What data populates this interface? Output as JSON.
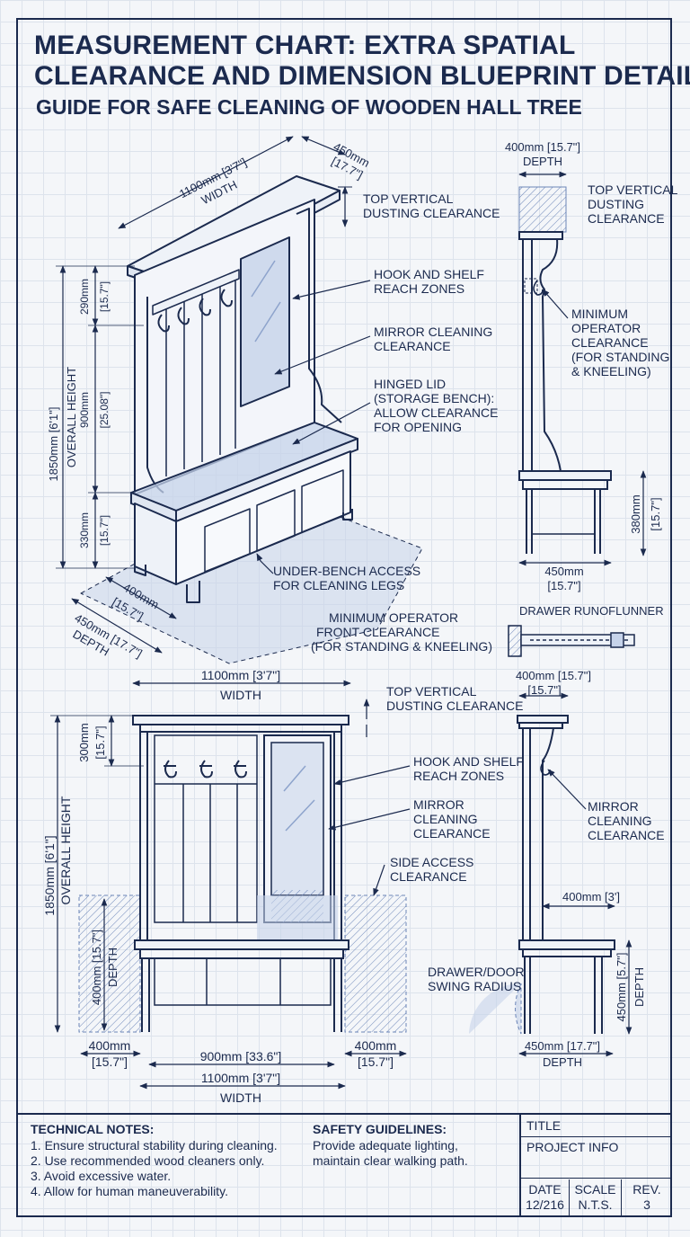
{
  "header": {
    "title_line1": "MEASUREMENT CHART: EXTRA SPATIAL",
    "title_line2": "CLEARANCE AND DIMENSION BLUEPRINT DETAILS",
    "subtitle": "GUIDE FOR SAFE CLEANING OF WOODEN HALL TREE"
  },
  "iso_view": {
    "width_dim": "1100mm [3'7\"]",
    "width_word": "WIDTH",
    "depth_top_a": "450mm",
    "depth_top_b": "[17.7\"]",
    "top_clearance_1": "TOP VERTICAL",
    "top_clearance_2": "DUSTING CLEARANCE",
    "hook_zone_1": "HOOK AND SHELF",
    "hook_zone_2": "REACH ZONES",
    "mirror_1": "MIRROR CLEANING",
    "mirror_2": "CLEARANCE",
    "lid_1": "HINGED LID",
    "lid_2": "(STORAGE BENCH):",
    "lid_3": "ALLOW CLEARANCE",
    "lid_4": "FOR OPENING",
    "dim_290": "290mm",
    "dim_290_in": "[15.7\"]",
    "dim_900": "900mm",
    "dim_900_in": "[25.08\"]",
    "dim_330": "330mm",
    "dim_330_in": "[15.7\"]",
    "overall_dim": "1850mm [6'1\"]",
    "overall_word": "OVERALL HEIGHT",
    "under_1": "UNDER-BENCH ACCESS",
    "under_2": "FOR CLEANING LEGS",
    "front_dim_a": "400mm",
    "front_dim_b": "[15.7\"]",
    "depth_dim": "450mm [17.7\"]",
    "depth_word": "DEPTH",
    "front_clear_1": "MINIMUM OPERATOR",
    "front_clear_2": "FRONT CLEARANCE",
    "front_clear_3": "(FOR STANDING & KNEELING)"
  },
  "side_view_top": {
    "depth_dim": "400mm [15.7\"]",
    "depth_word": "DEPTH",
    "top_clear_1": "TOP VERTICAL",
    "top_clear_2": "DUSTING",
    "top_clear_3": "CLEARANCE",
    "min_op_1": "MINIMUM",
    "min_op_2": "OPERATOR",
    "min_op_3": "CLEARANCE",
    "min_op_4": "(FOR STANDING",
    "min_op_5": "& KNEELING)",
    "height_dim": "380mm",
    "height_in": "[15.7\"]",
    "bottom_dim": "450mm",
    "bottom_in": "[15.7\"]",
    "drawer_label": "DRAWER RUNOFLUNNER"
  },
  "front_view": {
    "width_dim": "1100mm [3'7\"]",
    "width_word": "WIDTH",
    "top_clear_1": "TOP VERTICAL",
    "top_clear_2": "DUSTING CLEARANCE",
    "dim_300": "300mm",
    "dim_300_in": "[15.7\"]",
    "hook_1": "HOOK AND SHELF",
    "hook_2": "REACH ZONES",
    "mirror_1": "MIRROR",
    "mirror_2": "CLEANING",
    "mirror_3": "CLEARANCE",
    "side_access_1": "SIDE ACCESS",
    "side_access_2": "CLEARANCE",
    "overall_dim": "1850mm [6'1\"]",
    "overall_word": "OVERALL HEIGHT",
    "depth_dim": "400mm [15.7\"]",
    "depth_word": "DEPTH",
    "left_dim": "400mm",
    "left_in": "[15.7\"]",
    "mid_dim": "900mm [33.6\"]",
    "right_dim": "400mm",
    "right_in": "[15.7\"]",
    "bottom_dim": "1100mm [3'7\"]",
    "bottom_word": "WIDTH"
  },
  "side_view_bottom": {
    "top_dim": "400mm [15.7\"]",
    "top_in": "[15.7\"]",
    "mirror_1": "MIRROR",
    "mirror_2": "CLEANING",
    "mirror_3": "CLEARANCE",
    "mid_dim": "400mm [3']",
    "swing_1": "DRAWER/DOOR",
    "swing_2": "SWING RADIUS",
    "height_dim": "450mm [5.7\"]",
    "height_word": "DEPTH",
    "bottom_dim": "450mm [17.7\"]",
    "bottom_word": "DEPTH"
  },
  "footer": {
    "notes_title": "TECHNICAL NOTES:",
    "notes": [
      "1. Ensure structural stability during cleaning.",
      "2. Use recommended wood cleaners only.",
      "3. Avoid excessive water.",
      "4. Allow for human maneuverability."
    ],
    "safety_title": "SAFETY GUIDELINES:",
    "safety_1": "Provide adequate lighting,",
    "safety_2": "maintain clear walking path.",
    "tb_title": "TITLE",
    "tb_project": "PROJECT INFO",
    "tb_date_label": "DATE",
    "tb_date": "12/216",
    "tb_scale_label": "SCALE",
    "tb_scale": "N.T.S.",
    "tb_rev_label": "REV.",
    "tb_rev": "3"
  }
}
